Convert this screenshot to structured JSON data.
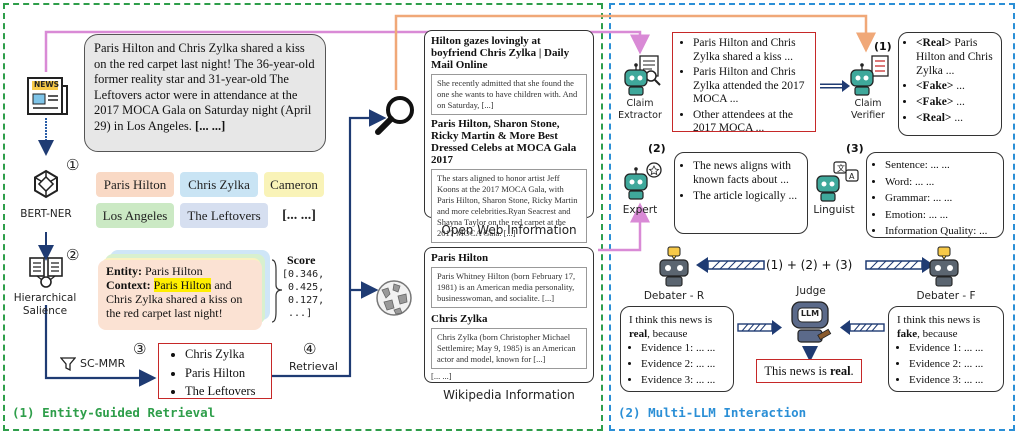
{
  "sections": {
    "left_title": "(1) Entity-Guided Retrieval",
    "right_title": "(2) Multi-LLM Interaction"
  },
  "news": {
    "icon_label": "NEWS",
    "text": "Paris Hilton and Chris Zylka shared a kiss on the red carpet last night! The 36-year-old former reality star and 31-year-old The Leftovers actor were in attendance at the 2017 MOCA Gala on Saturday night (April 29) in Los Angeles.",
    "ellipsis": "[... ...]"
  },
  "steps": {
    "s1": "①",
    "s2": "②",
    "s3": "③",
    "s4": "④"
  },
  "bert": {
    "label": "BERT-NER"
  },
  "entities": [
    "Paris Hilton",
    "Chris Zylka",
    "Cameron",
    "Los Angeles",
    "The Leftovers",
    "[... ...]"
  ],
  "salience": {
    "label": "Hierarchical Salience",
    "entity_key": "Entity:",
    "entity_val": "Paris Hilton",
    "context_key": "Context:",
    "context_highlight": "Paris Hilton",
    "context_rest": "and Chris Zylka shared a kiss on the red carpet last night!",
    "score_label": "Score",
    "scores": "[0.346,\n 0.425,\n 0.127,\n ...]"
  },
  "scmmr": {
    "label": "SC-MMR",
    "selected": [
      "Chris Zylka",
      "Paris Hilton",
      "The Leftovers"
    ]
  },
  "retrieval": {
    "label": "Retrieval"
  },
  "open_web": {
    "caption": "Open Web Information",
    "a1_head": "Hilton gazes lovingly at boyfriend Chris Zylka | Daily Mail Online",
    "a1_body": "She recently admitted that she found the one she wants to have children with. And on Saturday, [...]",
    "a2_head": "Paris Hilton, Sharon Stone, Ricky Martin & More Best Dressed Celebs at MOCA Gala 2017",
    "a2_body": "The stars aligned to honor artist Jeff Koons at the 2017 MOCA Gala, with Paris Hilton, Sharon Stone, Ricky Martin and more celebrities.Ryan Seacrest and Shayna Taylor on the red carpet at the 2017 MOCA Gala. [...]",
    "more": "[... ...]"
  },
  "wiki": {
    "caption": "Wikipedia Information",
    "a1_head": "Paris Hilton",
    "a1_body": "Paris Whitney Hilton (born February 17, 1981) is an American media personality, businesswoman, and socialite. [...]",
    "a2_head": "Chris Zylka",
    "a2_body": "Chris Zylka (born Christopher Michael Settlemire; May 9, 1985) is an American actor and model, known for [...]",
    "more": "[... ...]"
  },
  "claim_extractor": {
    "label": "Claim Extractor",
    "claims": [
      "Paris Hilton and Chris Zylka shared a kiss ...",
      "Paris Hilton and Chris Zylka attended the 2017 MOCA ...",
      "Other attendees at the 2017 MOCA ..."
    ]
  },
  "claim_verifier": {
    "label": "Claim Verifier",
    "num": "(1)",
    "items": [
      {
        "tag": "<Real>",
        "text": "Paris Hilton and Chris Zylka ..."
      },
      {
        "tag": "<Fake>",
        "text": "..."
      },
      {
        "tag": "<Fake>",
        "text": "..."
      },
      {
        "tag": "<Real>",
        "text": "..."
      }
    ]
  },
  "expert": {
    "label": "Expert",
    "num": "(2)",
    "items": [
      "The news aligns with known facts about ...",
      "The article logically ..."
    ]
  },
  "linguist": {
    "label": "Linguist",
    "num": "(3)",
    "items": [
      "Sentence: ... ...",
      "Word: ... ...",
      "Grammar: ... ...",
      "Emotion: ... ...",
      "Information Quality: ..."
    ]
  },
  "debate": {
    "combo": "(1) + (2) + (3)",
    "debater_r": "Debater - R",
    "debater_f": "Debater - F",
    "judge": "Judge",
    "llm": "LLM",
    "r_intro": "I think this news is",
    "r_word": "real",
    "r_because": ", because",
    "f_intro": "I think this news is",
    "f_word": "fake",
    "f_because": ", because",
    "evidence": [
      "Evidence 1: ... ...",
      "Evidence 2: ... ...",
      "Evidence 3: ... ..."
    ],
    "verdict_prefix": "This news is",
    "verdict_word": "real",
    "verdict_suffix": "."
  },
  "colors": {
    "green_dash": "#2e9e4a",
    "blue_dash": "#2b8fd6",
    "pink_arrow": "#d98ad6",
    "orange_arrow": "#f0a878",
    "navy_arrow": "#1f3b73",
    "robot_teal": "#3fa89b"
  }
}
